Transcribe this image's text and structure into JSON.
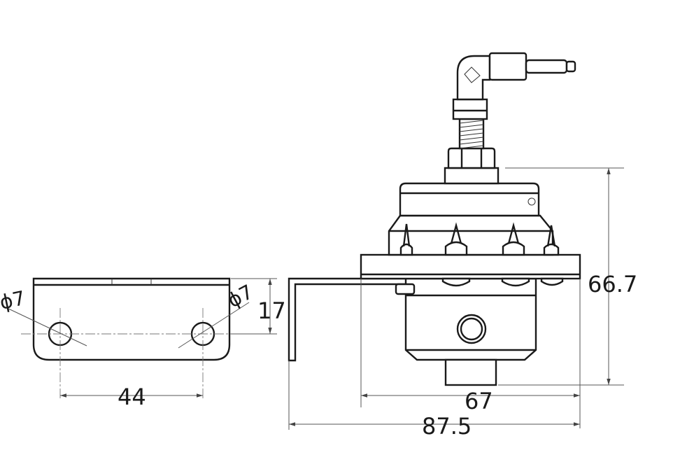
{
  "dimensions": {
    "hole_dia_left": "ϕ7",
    "hole_dia_right": "ϕ7",
    "bracket_height": "17",
    "hole_spacing": "44",
    "total_height": "66.7",
    "flange_width": "67",
    "overall_width": "87.5"
  },
  "colors": {
    "line": "#1a1a1a",
    "background": "#ffffff"
  }
}
